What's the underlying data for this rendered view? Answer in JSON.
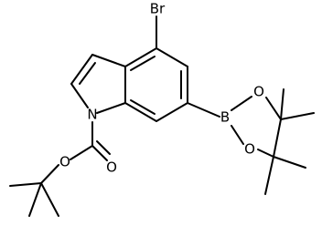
{
  "molecule": {
    "atoms": {
      "br": "Br",
      "n": "N",
      "b": "B",
      "o_ester_single": "O",
      "o_carbonyl": "O",
      "o_ring_top": "O",
      "o_ring_bottom": "O"
    },
    "colors": {
      "bond": "#000000",
      "background": "#ffffff",
      "text": "#000000"
    }
  }
}
